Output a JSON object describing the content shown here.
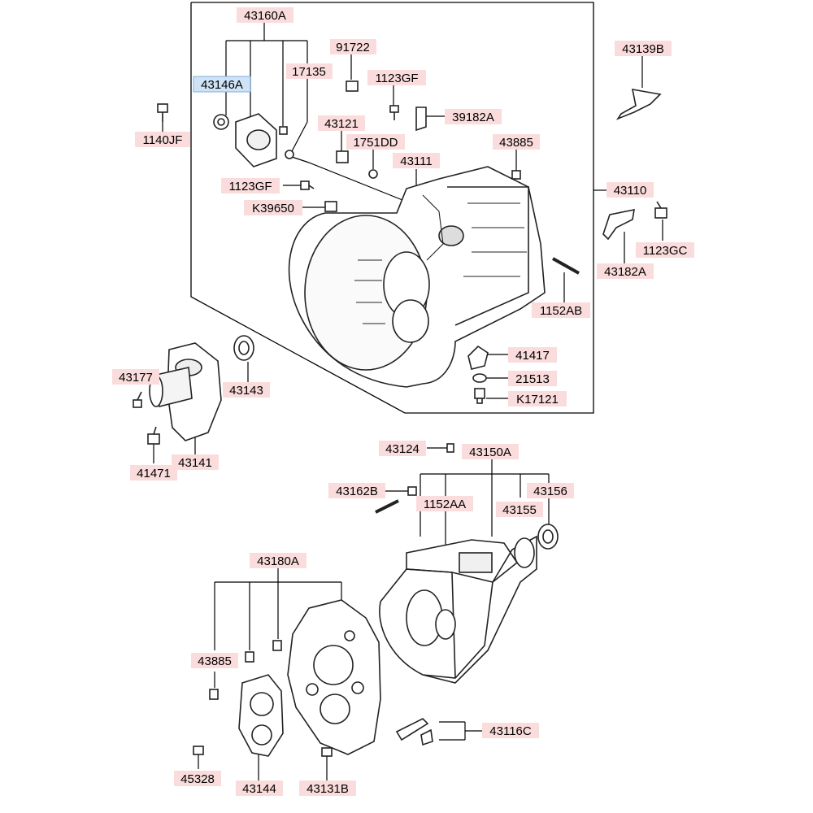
{
  "colors": {
    "label_bg": "#fbdcdc",
    "label_selected_bg": "#cfe3f7",
    "line": "#000000",
    "part": "#333333"
  },
  "selected_label": "43146A",
  "labels": [
    "43160A",
    "91722",
    "43139B",
    "17135",
    "43146A",
    "1123GF",
    "1140JF",
    "39182A",
    "43121",
    "1751DD",
    "43885",
    "43111",
    "1123GF",
    "43110",
    "K39650",
    "1123GC",
    "43182A",
    "1152AB",
    "43177",
    "43143",
    "41417",
    "21513",
    "K17121",
    "41471",
    "43141",
    "43124",
    "43150A",
    "43162B",
    "1152AA",
    "43156",
    "43155",
    "43180A",
    "43885",
    "43116C",
    "45328",
    "43144",
    "43131B"
  ]
}
